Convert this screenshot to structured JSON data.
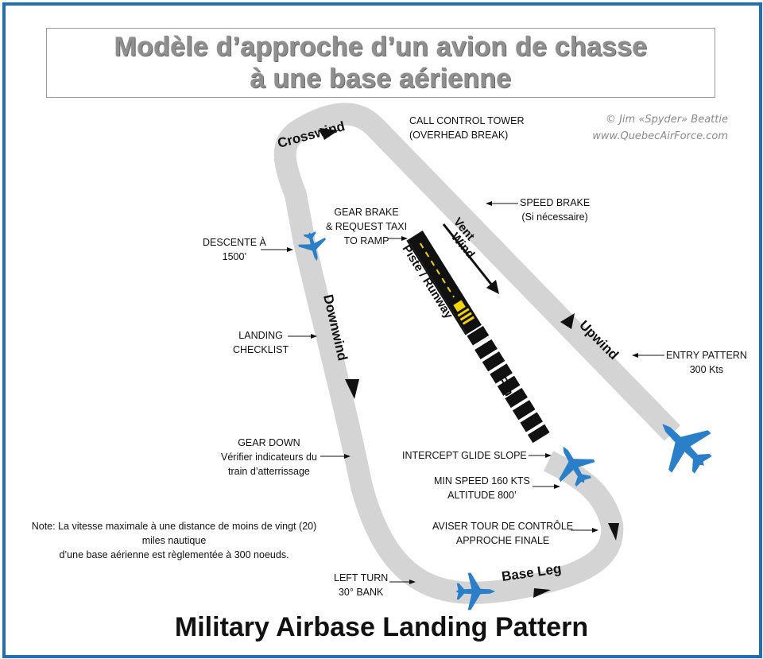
{
  "title": {
    "line1": "Modèle d’approche d’un avion de chasse",
    "line2": "à une base aérienne"
  },
  "credit": {
    "author": "© Jim «Spyder» Beattie",
    "website": "www.QuebecAirForce.com"
  },
  "legs": {
    "crosswind": "Crosswind",
    "downwind": "Downwind",
    "upwind": "Upwind",
    "base_leg": "Base Leg",
    "final": "Final"
  },
  "runway": {
    "label": "Piste / Runway",
    "wind_line1": "Vent",
    "wind_line2": "Wind"
  },
  "annotations": {
    "call_tower": [
      "CALL CONTROL TOWER",
      "(OVERHEAD BREAK)"
    ],
    "speed_brake": [
      "SPEED BRAKE",
      "(Si nécessaire)"
    ],
    "gear_brake": [
      "GEAR BRAKE",
      "& REQUEST TAXI",
      "TO RAMP"
    ],
    "descente": [
      "DESCENTE À",
      "1500’"
    ],
    "landing_checklist": [
      "LANDING",
      "CHECKLIST"
    ],
    "entry_pattern": [
      "ENTRY PATTERN",
      "300 Kts"
    ],
    "gear_down": [
      "GEAR DOWN",
      "Vérifier indicateurs du",
      "train d’atterrissage"
    ],
    "intercept": [
      "INTERCEPT GLIDE SLOPE"
    ],
    "min_speed": [
      "MIN SPEED 160 KTS",
      "ALTITUDE 800’"
    ],
    "aviser": [
      "AVISER TOUR DE CONTRÔLE",
      "APPROCHE FINALE"
    ],
    "left_turn": [
      "LEFT TURN",
      "30° BANK"
    ]
  },
  "note": {
    "line1": "Note: La vitesse maximale à une distance de moins de vingt (20) miles nautique",
    "line2": "d’une base aérienne est règlementée à 300 noeuds."
  },
  "footer": {
    "title": "Military Airbase Landing Pattern"
  },
  "colors": {
    "frame": "#1d6fb8",
    "track": "#d4d4d4",
    "aircraft": "#2a7fc8",
    "runway": "#111111",
    "runway_marking": "#f2d400",
    "title_text": "#8f8f8f"
  },
  "icons": [
    "fighter-jet-icon",
    "arrow-icon",
    "wind-arrow-icon"
  ]
}
